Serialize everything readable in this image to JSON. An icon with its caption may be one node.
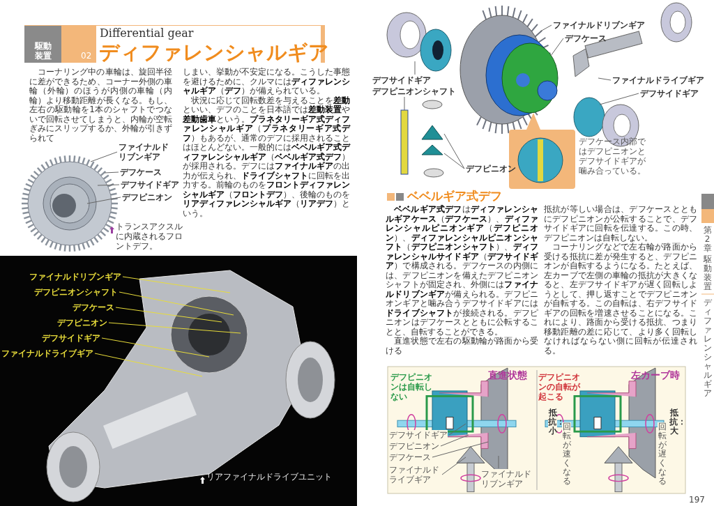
{
  "diagram": {
    "title": "ディファレンシャルギア",
    "nodes": [
      {
        "text": [
          "ファイナルドリブンギア"
        ]
      },
      {
        "text": [
          "デフケース"
        ]
      },
      {
        "text": [
          "デフサイドギア"
        ]
      },
      {
        "text": [
          "デフピニオン"
        ]
      },
      {
        "text": [
          "ファイナルドリブンギア"
        ]
      },
      {
        "text": [
          "デフピニオンシャフト"
        ]
      },
      {
        "text": [
          "デフケース"
        ]
      },
      {
        "text": [
          "デフピニオン"
        ]
      },
      {
        "text": [
          "デフサイドギア"
        ]
      },
      {
        "text": [
          "ファイナルドライブギア"
        ]
      },
      {
        "text": [
          "ファイナルドリブンギア"
        ]
      },
      {
        "text": [
          "デフケース"
        ]
      },
      {
        "text": [
          "デフサイドギア"
        ]
      },
      {
        "text": [
          "デフピニオンシャフト"
        ]
      },
      {
        "text": [
          "ファイナルドライブギア"
        ]
      },
      {
        "text": [
          "デフサイドギア"
        ]
      },
      {
        "text": [
          "デフピニオン"
        ]
      },
      {
        "text": [
          "デフサイドギア"
        ]
      },
      {
        "text": [
          "デフピニオン"
        ]
      },
      {
        "text": [
          "デフケース"
        ]
      },
      {
        "text": [
          "ファイナルドライブギア"
        ]
      },
      {
        "text": [
          "ファイナルドリブンギア"
        ]
      }
    ],
    "edges": [
      {
        "from": 0,
        "to": null,
        "arrow": "none"
      },
      {
        "from": 1,
        "to": null,
        "arrow": "none"
      },
      {
        "from": 2,
        "to": null,
        "arrow": "none"
      },
      {
        "from": 3,
        "to": null,
        "arrow": "none"
      },
      {
        "from": 4,
        "to": null,
        "arrow": "none",
        "color": "#e8dc3a"
      },
      {
        "from": 5,
        "to": null,
        "arrow": "none",
        "color": "#e8dc3a"
      },
      {
        "from": 6,
        "to": null,
        "arrow": "none",
        "color": "#e8dc3a"
      },
      {
        "from": 7,
        "to": null,
        "arrow": "none",
        "color": "#e8dc3a"
      },
      {
        "from": 8,
        "to": null,
        "arrow": "none",
        "color": "#e8dc3a"
      },
      {
        "from": 9,
        "to": null,
        "arrow": "none",
        "color": "#e8dc3a"
      },
      {
        "from": 10,
        "to": null,
        "arrow": "none"
      },
      {
        "from": 11,
        "to": null,
        "arrow": "none"
      },
      {
        "from": 12,
        "to": null,
        "arrow": "none"
      },
      {
        "from": 13,
        "to": null,
        "arrow": "none"
      },
      {
        "from": 14,
        "to": null,
        "arrow": "none"
      },
      {
        "from": 15,
        "to": null,
        "arrow": "none"
      },
      {
        "from": 16,
        "to": null,
        "arrow": "none"
      },
      {
        "from": 16,
        "to": null,
        "arrow": "none"
      },
      {
        "from": 17,
        "to": null,
        "arrow": "none"
      },
      {
        "from": 18,
        "to": null,
        "arrow": "none"
      },
      {
        "from": 19,
        "to": null,
        "arrow": "none"
      },
      {
        "from": 20,
        "to": null,
        "arrow": "none"
      },
      {
        "from": 21,
        "to": null,
        "arrow": "none"
      }
    ],
    "labels": [
      "駆動装置",
      "02",
      "Differential gear",
      "コーナリング中の車輪は、旋回半径に差ができるため、コーナー外側の車輪（外輪）のほうが内側の車輪（内輪）より移動距離が長くなる。もし、左右の駆動輪を1本のシャフトでつないで回転させてしまうと、内輪が空転ぎみにスリップするか、外輪が引きずられて",
      "しまい、挙動が不安定になる。こうした事態を避けるために、クルマには**ディファレンシャルギア**（**デフ**）が備えられている。",
      "状況に応じて回転数差を与えることを**差動**といい、デフのことを日本語では**差動装置**や**差動歯車**という。**プラネタリーギア式ディファレンシャルギア**（**プラネタリーギア式デフ**）もあるが、通常のデフに採用されることはほとんどない。一般的には**ベベルギア式ディファレンシャルギア**（**ベベルギア式デフ**）が採用される。デフには**ファイナルギア**の出力が伝えられ、**ドライブシャフト**に回転を出力する。前輪のものを**フロントディファレンシャルギア**（**フロントデフ**）、後輪のものを**リアディファレンシャルギア**（**リアデフ**）という。",
      "トランスアクスルに内蔵されるフロントデフ。",
      "リアファイナルドライブユニット",
      "デフケース内部ではデフピニオンとデフサイドギアが噛み合っている。",
      "ベベルギア式デフ",
      "**ベベルギア式デフ**は**ディファレンシャルギアケース**（**デフケース**）、**ディファレンシャルピニオンギア**（**デフピニオン**）、**ディファレンシャルピニオンシャフト**（**デフピニオンシャフト**）、**ディファレンシャルサイドギア**（**デフサイドギア**）で構成される。デフケースの内側には、デフピニオンを備えたデフピニオンシャフトが固定され、外側には**ファイナルドリブンギア**が備えられる。デフピニオンギアと噛み合うデフサイドギアには**ドライブシャフト**が接続される。デフピニオンはデフケースとともに公転することと、自転することができる。",
      "直進状態で左右の駆動輪が路面から受ける",
      "抵抗が等しい場合は、デフケースとともにデフピニオンが公転することで、デフサイドギアに回転を伝達する。この時、デフピニオンは自転しない。",
      "コーナリングなどで左右輪が路面から受ける抵抗に差が発生すると、デフピニオンが自転するようになる。たとえば、左カーブで左側の車輪の抵抗が大きくなると、左デフサイドギアが遅く回転しようとして、押し返すことでデフピニオンが自転する。この自転は、右デフサイドギアの回転を増速させることになる。これにより、路面から受ける抵抗、つまり移動距離の差に応じて、より多く回転しなければならない側に回転が伝達される。",
      "直進状態",
      "デフピニオンは自転しない",
      "左カーブ時",
      "デフピニオンの自転が起こる",
      "抵抗：小",
      "回転が速くなる",
      "抵抗：大",
      "回転が遅くなる",
      "197",
      "第2章",
      "駆動装置",
      "ディファレンシャルギア"
    ]
  }
}
